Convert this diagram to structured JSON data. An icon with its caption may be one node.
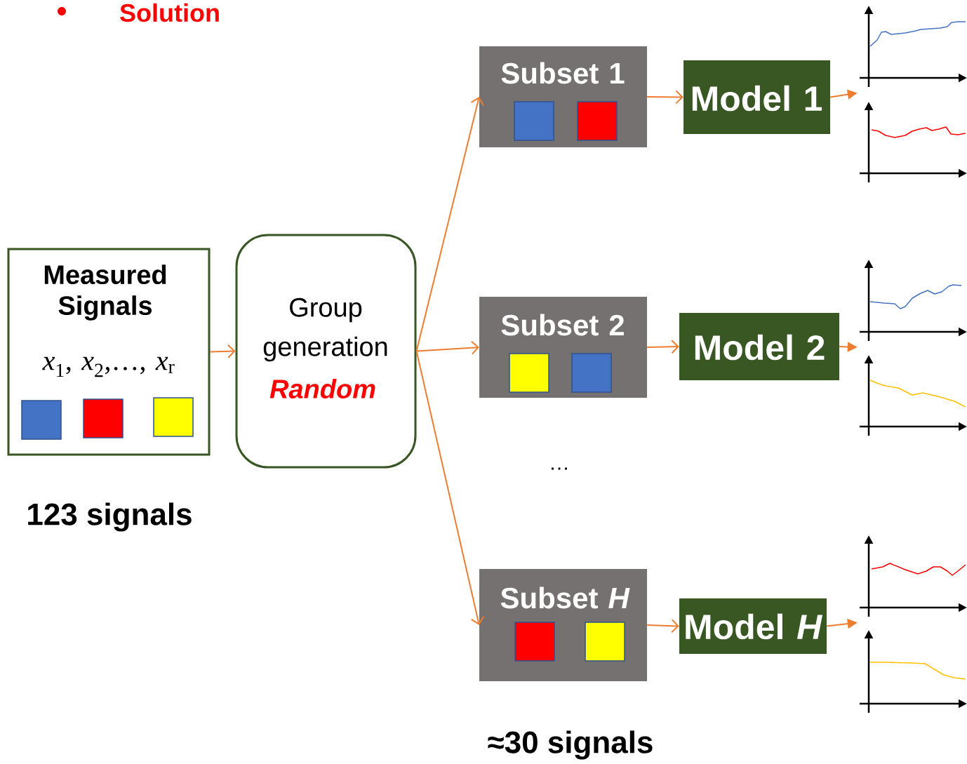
{
  "diagram": {
    "nodes": [
      {
        "text": [
          "Measured Signals",
          "*x*$_{1}$, *x*$_{2}$,…, *x*$_{r}$"
        ]
      },
      {
        "text": [
          "Group generation",
          "Random"
        ]
      },
      {
        "text": [
          "Subset 1"
        ]
      },
      {
        "text": [
          "Subset 2"
        ]
      },
      {
        "text": [
          "Subset *H*"
        ]
      },
      {
        "text": [
          "Model 1"
        ]
      },
      {
        "text": [
          "Model 2"
        ]
      },
      {
        "text": [
          "Model *H*"
        ]
      },
      {
        "text": [],
        "shape": "picture"
      },
      {
        "text": [],
        "shape": "picture"
      },
      {
        "text": [],
        "shape": "picture"
      }
    ],
    "edges": [
      {
        "from": 0,
        "to": 1,
        "arrow": "to"
      },
      {
        "from": 1,
        "to": 2,
        "arrow": "to"
      },
      {
        "from": 1,
        "to": 3,
        "arrow": "to"
      },
      {
        "from": 1,
        "to": 4,
        "arrow": "to"
      },
      {
        "from": 2,
        "to": 5,
        "arrow": "to"
      },
      {
        "from": 3,
        "to": 6,
        "arrow": "to"
      },
      {
        "from": 4,
        "to": 7,
        "arrow": "to"
      },
      {
        "from": 5,
        "to": 8,
        "arrow": "to"
      },
      {
        "from": 6,
        "to": 9,
        "arrow": "to"
      },
      {
        "from": 7,
        "to": 10,
        "arrow": "to"
      }
    ],
    "labels": [
      "Solution",
      "…",
      "123 signals",
      "≈30 signals"
    ]
  }
}
